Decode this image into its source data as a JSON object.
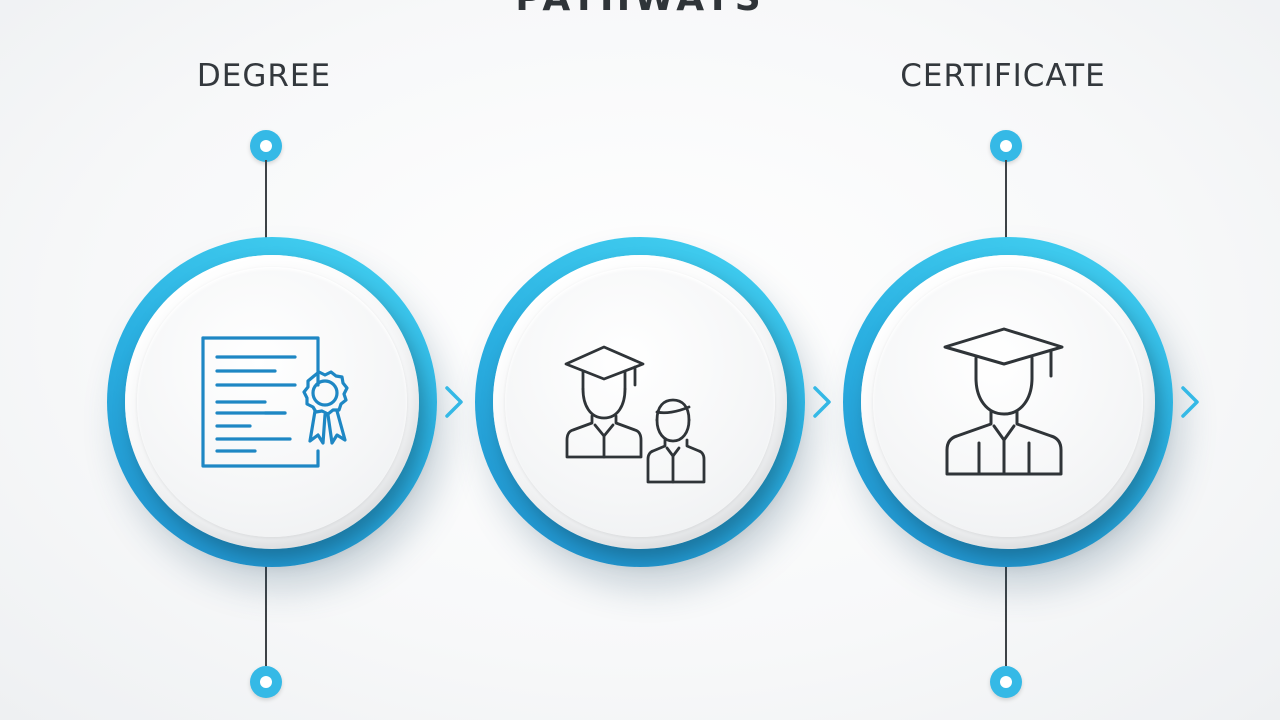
{
  "title": "PATHWAYS",
  "labels": {
    "degree": "DEGREE",
    "certificate": "CERTIFICATE"
  },
  "icons": [
    "diploma-certificate-icon",
    "graduate-and-student-icon",
    "graduate-icon"
  ],
  "colors": {
    "accent": "#35b9e6",
    "ring_light": "#45d3f2",
    "ring_dark": "#1f8fcb",
    "icon_blue": "#1e87c4",
    "icon_dark": "#2f3438",
    "text": "#33383d"
  }
}
